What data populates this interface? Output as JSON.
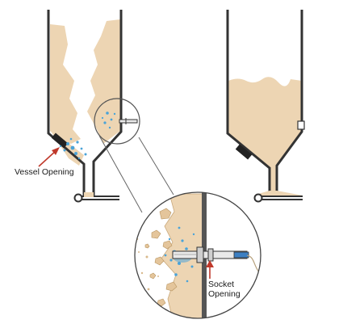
{
  "callouts": {
    "vessel_opening": "Vessel Opening",
    "socket_opening_line1": "Socket",
    "socket_opening_line2": "Opening"
  },
  "colors": {
    "material": "#edd5b3",
    "material_dark": "#d9b98c",
    "wall": "#333333",
    "air_blast": "#4aa3d8",
    "nozzle_body": "#e9e9e9",
    "callout_arrow": "#c0392b",
    "vessel_seal": "#222222"
  },
  "icons": {
    "left_vessel": "bridged-silo-icon",
    "right_vessel": "filled-silo-icon",
    "magnifier": "zoom-circle-icon"
  }
}
